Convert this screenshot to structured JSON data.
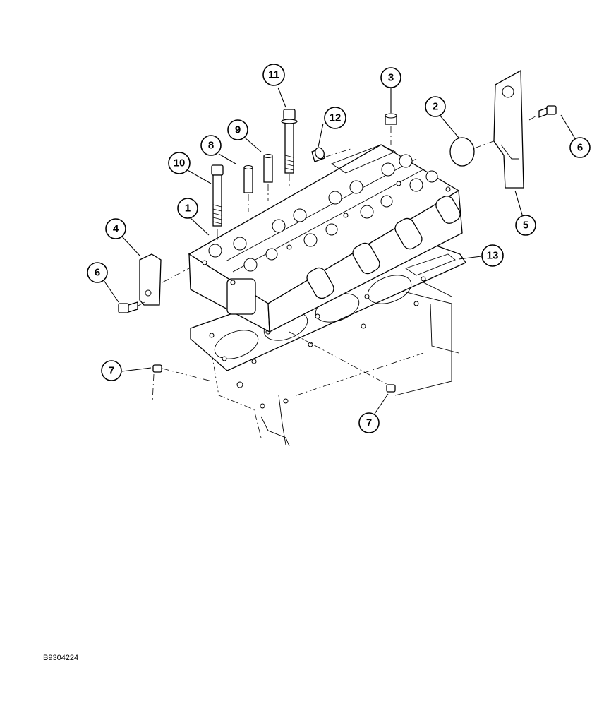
{
  "figure": {
    "reference_code": "B9304224",
    "callouts": [
      {
        "id": "c1",
        "label": "1"
      },
      {
        "id": "c2",
        "label": "2"
      },
      {
        "id": "c3",
        "label": "3"
      },
      {
        "id": "c4",
        "label": "4"
      },
      {
        "id": "c5",
        "label": "5"
      },
      {
        "id": "c6a",
        "label": "6"
      },
      {
        "id": "c6b",
        "label": "6"
      },
      {
        "id": "c7a",
        "label": "7"
      },
      {
        "id": "c7b",
        "label": "7"
      },
      {
        "id": "c8",
        "label": "8"
      },
      {
        "id": "c9",
        "label": "9"
      },
      {
        "id": "c10",
        "label": "10"
      },
      {
        "id": "c11",
        "label": "11"
      },
      {
        "id": "c12",
        "label": "12"
      },
      {
        "id": "c13",
        "label": "13"
      }
    ]
  }
}
